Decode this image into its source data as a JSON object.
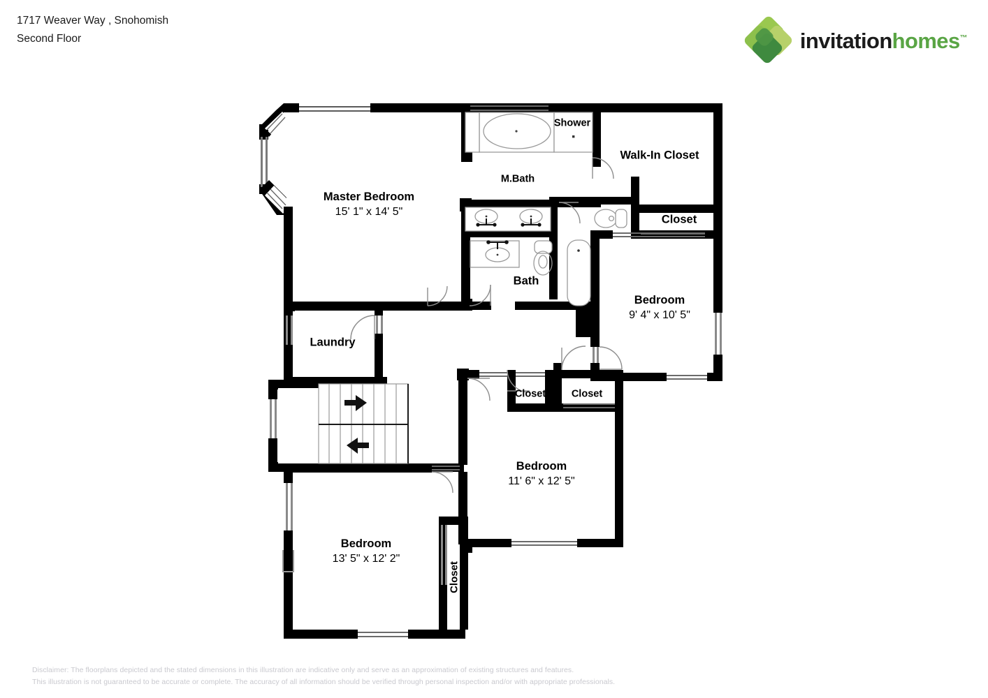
{
  "header": {
    "address": "1717 Weaver Way , Snohomish",
    "floor": "Second Floor"
  },
  "logo": {
    "word1": "invitation",
    "word2": "homes",
    "trademark": "™",
    "colors": {
      "dark_green": "#3f8a3f",
      "mid_green": "#6ab04a",
      "light_green": "#9ac84f",
      "pale_green": "#b7d16a",
      "text_dark": "#1b1b1b",
      "text_green": "#5aa545"
    }
  },
  "plan": {
    "wall_color": "#000000",
    "fixture_color": "#8a8a8a",
    "window_color": "#ffffff",
    "rooms": [
      {
        "id": "master-bedroom",
        "name": "Master Bedroom",
        "dimensions": "15' 1\" x 14' 5\""
      },
      {
        "id": "m-bath",
        "name": "M.Bath",
        "dimensions": ""
      },
      {
        "id": "shower",
        "name": "Shower",
        "dimensions": ""
      },
      {
        "id": "walk-in-closet",
        "name": "Walk-In Closet",
        "dimensions": ""
      },
      {
        "id": "closet-master",
        "name": "Closet",
        "dimensions": ""
      },
      {
        "id": "bath",
        "name": "Bath",
        "dimensions": ""
      },
      {
        "id": "bedroom-right",
        "name": "Bedroom",
        "dimensions": "9' 4\" x 10' 5\""
      },
      {
        "id": "laundry",
        "name": "Laundry",
        "dimensions": ""
      },
      {
        "id": "closet-left",
        "name": "Closet",
        "dimensions": ""
      },
      {
        "id": "closet-right",
        "name": "Closet",
        "dimensions": ""
      },
      {
        "id": "bedroom-center",
        "name": "Bedroom",
        "dimensions": "11' 6\" x 12' 5\""
      },
      {
        "id": "bedroom-lower",
        "name": "Bedroom",
        "dimensions": "13' 5\" x 12' 2\""
      },
      {
        "id": "closet-lower",
        "name": "Closet",
        "dimensions": ""
      }
    ],
    "stairs": {
      "up_arrow": "▶",
      "down_arrow": "◀"
    }
  },
  "disclaimer": {
    "line1": "Disclaimer: The floorplans depicted and the stated dimensions in this illustration are indicative only and serve as an approximation of existing structures and features.",
    "line2": "This illustration is not guaranteed to be accurate or complete. The accuracy of all information should be verified through personal inspection and/or with appropriate professionals."
  }
}
